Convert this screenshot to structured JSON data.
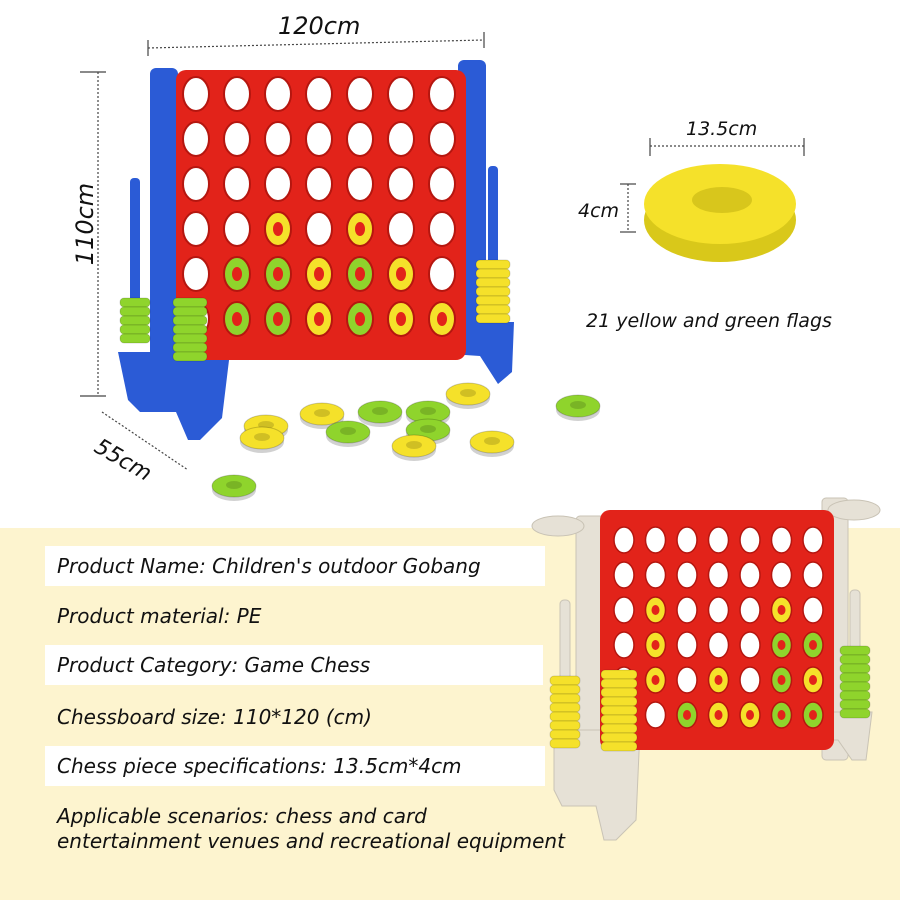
{
  "dimensions": {
    "width": "120cm",
    "height": "110cm",
    "depth": "55cm",
    "piece_diameter": "13.5cm",
    "piece_thickness": "4cm"
  },
  "pieces_caption": "21 yellow and green flags",
  "specs": {
    "name": "Product Name: Children's outdoor Gobang",
    "material": "Product material: PE",
    "category": "Product Category: Game Chess",
    "board_size": "Chessboard size: 110*120 (cm)",
    "piece_spec": "Chess piece specifications: 13.5cm*4cm",
    "scenario_line1": "Applicable scenarios: chess and card",
    "scenario_line2": "entertainment venues and recreational equipment"
  },
  "colors": {
    "board_red": "#e2231a",
    "frame_blue": "#2b5bd6",
    "piece_yellow": "#f5e12a",
    "piece_green": "#8fd42c",
    "frame_grey": "#e6e1d6",
    "band_bg": "#fdf4cf"
  }
}
